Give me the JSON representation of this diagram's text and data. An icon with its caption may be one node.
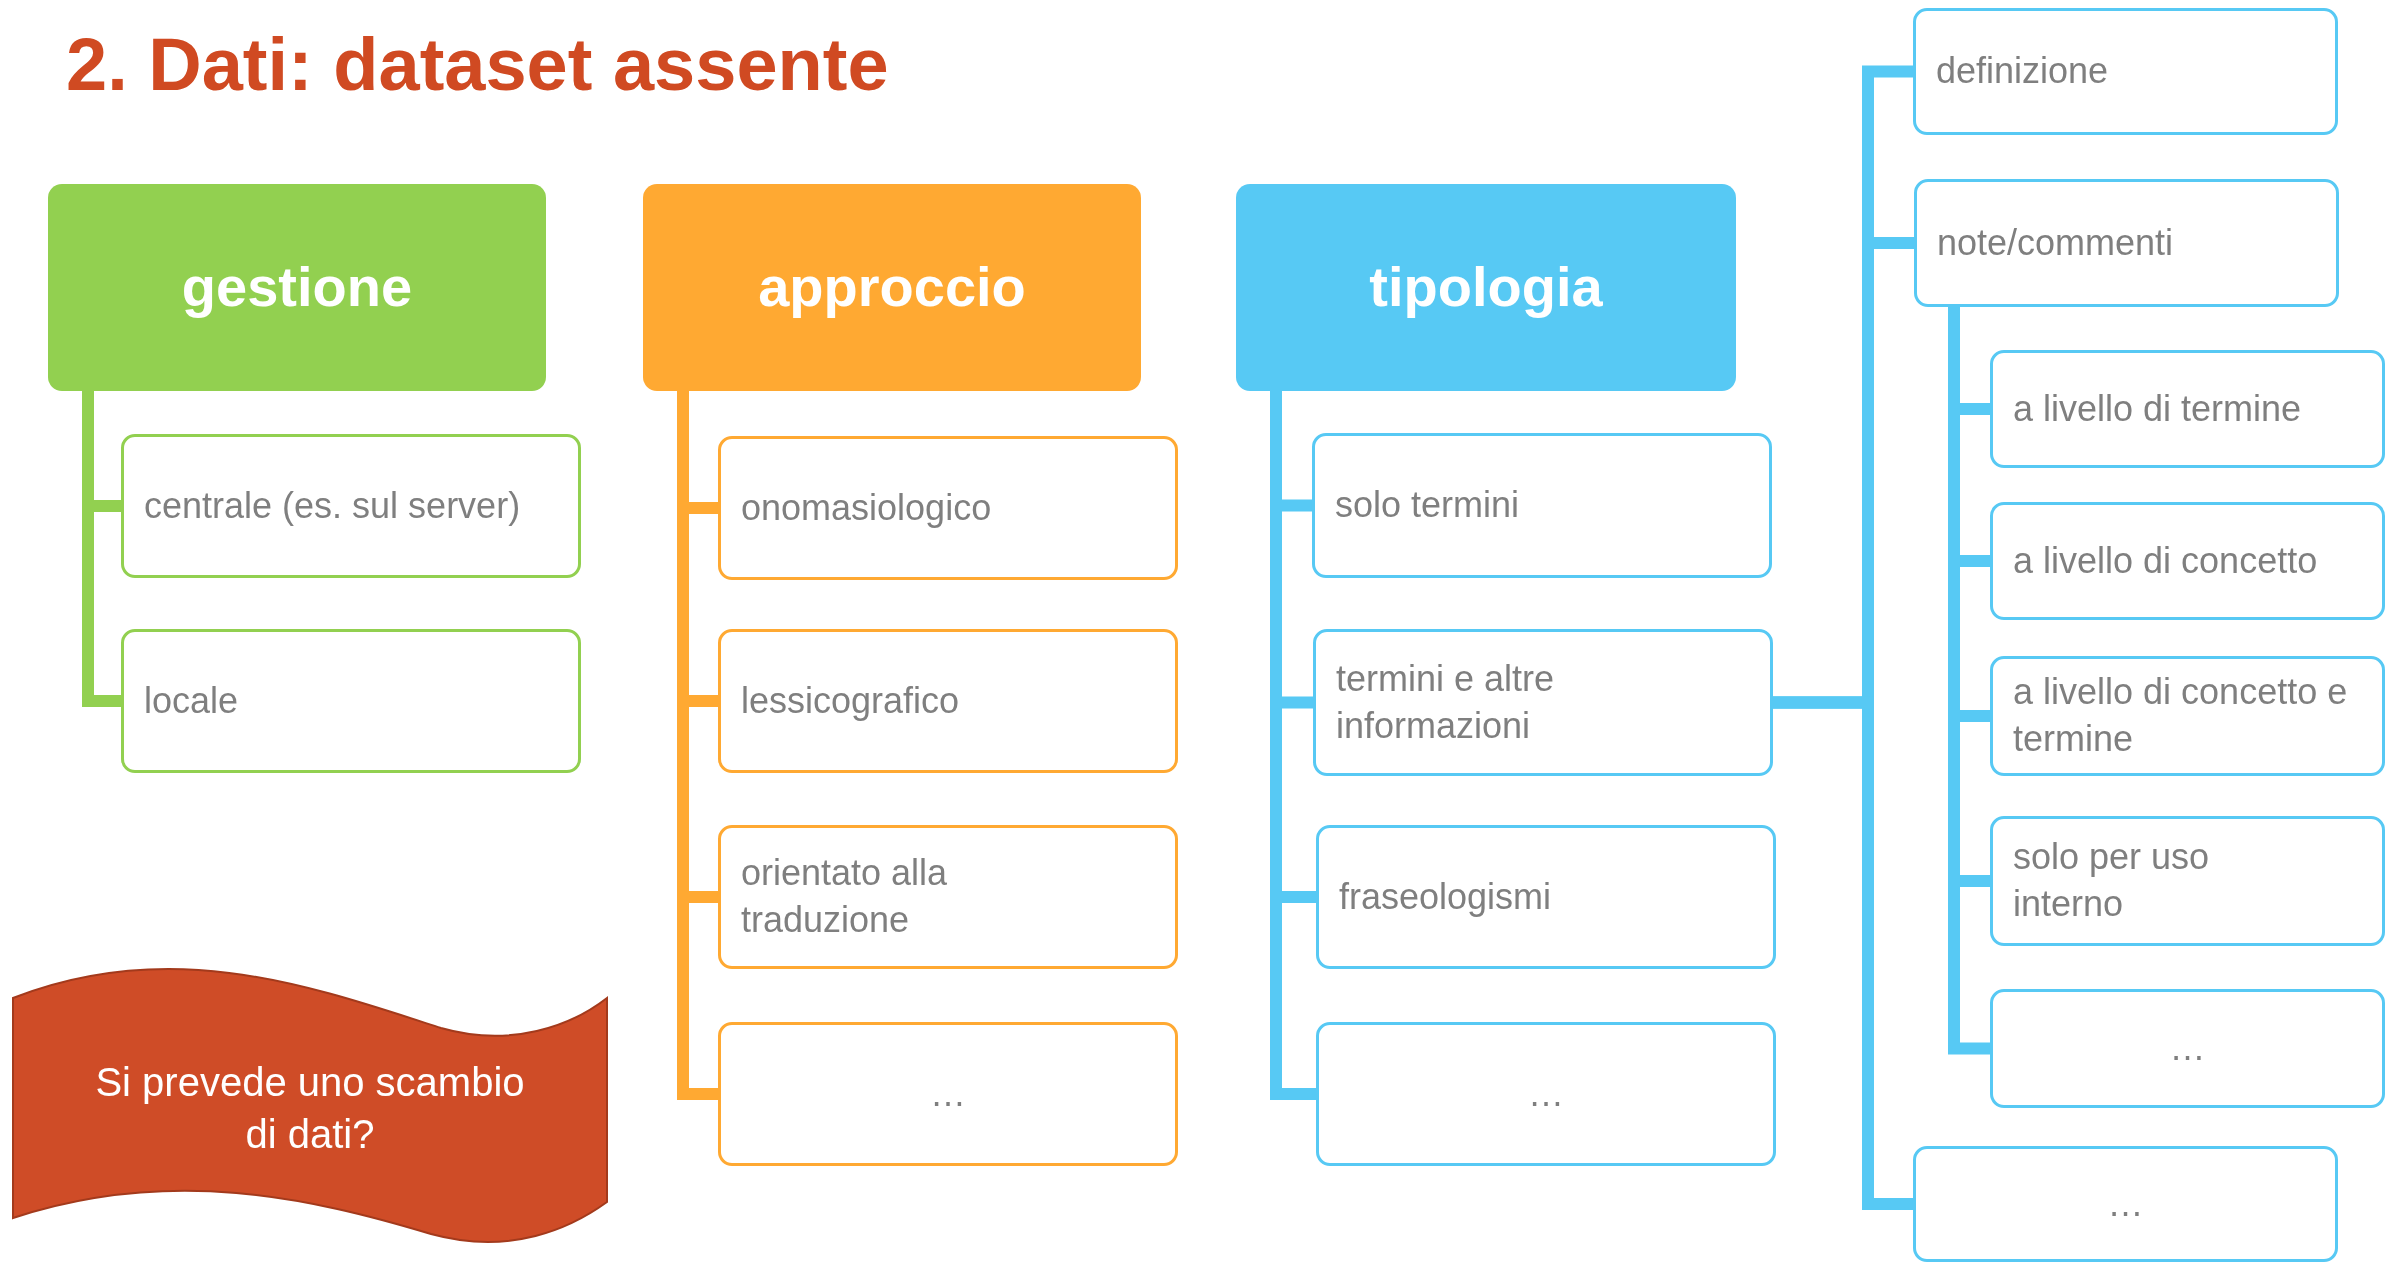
{
  "diagram": {
    "title": "2. Dati: dataset assente",
    "nodes": [
      {
        "text": [
          "gestione"
        ]
      },
      {
        "text": [
          "centrale (es. sul server)"
        ]
      },
      {
        "text": [
          "locale"
        ]
      },
      {
        "text": [
          "approccio"
        ]
      },
      {
        "text": [
          "onomasiologico"
        ]
      },
      {
        "text": [
          "lessicografico"
        ]
      },
      {
        "text": [
          "orientato alla traduzione"
        ]
      },
      {
        "text": [
          "…"
        ]
      },
      {
        "text": [
          "tipologia"
        ]
      },
      {
        "text": [
          "solo termini"
        ]
      },
      {
        "text": [
          "termini e altre informazioni"
        ]
      },
      {
        "text": [
          "fraseologismi"
        ]
      },
      {
        "text": [
          "…"
        ]
      },
      {
        "text": [
          "definizione"
        ]
      },
      {
        "text": [
          "note/commenti"
        ]
      },
      {
        "text": [
          "a livello di termine"
        ]
      },
      {
        "text": [
          "a livello di concetto"
        ]
      },
      {
        "text": [
          "a livello di concetto e termine"
        ]
      },
      {
        "text": [
          "solo per uso interno"
        ]
      },
      {
        "text": [
          "…"
        ]
      },
      {
        "text": [
          "…"
        ]
      },
      {
        "text": [
          "Si prevede uno scambio di dati?"
        ]
      }
    ],
    "edges": [
      {
        "from": 0,
        "to": 1,
        "arrow": "none",
        "color": "#92d050"
      },
      {
        "from": 0,
        "to": 2,
        "arrow": "none",
        "color": "#92d050"
      },
      {
        "from": 3,
        "to": 4,
        "arrow": "none",
        "color": "#ffa932"
      },
      {
        "from": 3,
        "to": 5,
        "arrow": "none",
        "color": "#ffa932"
      },
      {
        "from": 3,
        "to": 6,
        "arrow": "none",
        "color": "#ffa932"
      },
      {
        "from": 3,
        "to": 7,
        "arrow": "none",
        "color": "#ffa932"
      },
      {
        "from": 8,
        "to": 9,
        "arrow": "none"
      },
      {
        "from": 8,
        "to": 10,
        "arrow": "none"
      },
      {
        "from": 8,
        "to": 11,
        "arrow": "none"
      },
      {
        "from": 8,
        "to": 12,
        "arrow": "none"
      },
      {
        "from": 10,
        "to": 13,
        "arrow": "none"
      },
      {
        "from": 10,
        "to": 14,
        "arrow": "none"
      },
      {
        "from": 10,
        "to": 20,
        "arrow": "none"
      },
      {
        "from": 14,
        "to": 15,
        "arrow": "none"
      },
      {
        "from": 14,
        "to": 16,
        "arrow": "none"
      },
      {
        "from": 14,
        "to": 17,
        "arrow": "none"
      },
      {
        "from": 14,
        "to": 18,
        "arrow": "none"
      },
      {
        "from": 14,
        "to": 19,
        "arrow": "none"
      }
    ]
  }
}
